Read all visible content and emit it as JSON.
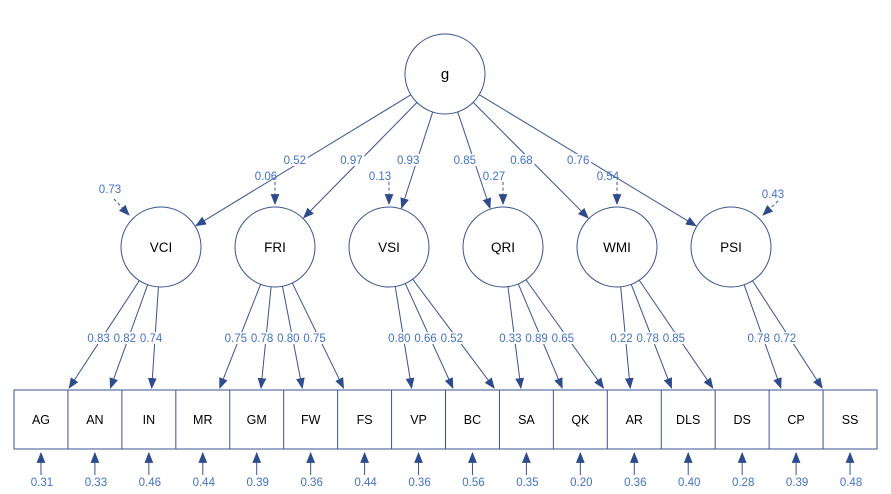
{
  "colors": {
    "edge": "#3a5390",
    "arrow": "#2e4b8e",
    "value_text": "#4472c4",
    "node_text": "#000000",
    "background": "#ffffff"
  },
  "model": {
    "general_factor": {
      "label": "g"
    },
    "factors": [
      {
        "label": "VCI",
        "g_loading": "0.52",
        "residual": "0.73",
        "loadings": [
          {
            "indicator": "AG",
            "value": "0.83"
          },
          {
            "indicator": "AN",
            "value": "0.82"
          },
          {
            "indicator": "IN",
            "value": "0.74"
          }
        ]
      },
      {
        "label": "FRI",
        "g_loading": "0.97",
        "residual": "0.06",
        "loadings": [
          {
            "indicator": "MR",
            "value": "0.75"
          },
          {
            "indicator": "GM",
            "value": "0.78"
          },
          {
            "indicator": "FW",
            "value": "0.80"
          },
          {
            "indicator": "FS",
            "value": "0.75"
          }
        ]
      },
      {
        "label": "VSI",
        "g_loading": "0.93",
        "residual": "0.13",
        "loadings": [
          {
            "indicator": "VP",
            "value": "0.80"
          },
          {
            "indicator": "BC",
            "value": "0.66"
          },
          {
            "indicator": "SA",
            "value": "0.52"
          }
        ]
      },
      {
        "label": "QRI",
        "g_loading": "0.85",
        "residual": "0.27",
        "loadings": [
          {
            "indicator": "SA",
            "value": "0.33"
          },
          {
            "indicator": "QK",
            "value": "0.89"
          },
          {
            "indicator": "AR",
            "value": "0.65"
          }
        ]
      },
      {
        "label": "WMI",
        "g_loading": "0.68",
        "residual": "0.54",
        "loadings": [
          {
            "indicator": "AR",
            "value": "0.22"
          },
          {
            "indicator": "DLS",
            "value": "0.78"
          },
          {
            "indicator": "DS",
            "value": "0.85"
          }
        ]
      },
      {
        "label": "PSI",
        "g_loading": "0.76",
        "residual": "0.43",
        "loadings": [
          {
            "indicator": "CP",
            "value": "0.78"
          },
          {
            "indicator": "SS",
            "value": "0.72"
          }
        ]
      }
    ],
    "indicators": [
      {
        "label": "AG",
        "residual": "0.31"
      },
      {
        "label": "AN",
        "residual": "0.33"
      },
      {
        "label": "IN",
        "residual": "0.46"
      },
      {
        "label": "MR",
        "residual": "0.44"
      },
      {
        "label": "GM",
        "residual": "0.39"
      },
      {
        "label": "FW",
        "residual": "0.36"
      },
      {
        "label": "FS",
        "residual": "0.44"
      },
      {
        "label": "VP",
        "residual": "0.36"
      },
      {
        "label": "BC",
        "residual": "0.56"
      },
      {
        "label": "SA",
        "residual": "0.35"
      },
      {
        "label": "QK",
        "residual": "0.20"
      },
      {
        "label": "AR",
        "residual": "0.36"
      },
      {
        "label": "DLS",
        "residual": "0.40"
      },
      {
        "label": "DS",
        "residual": "0.28"
      },
      {
        "label": "CP",
        "residual": "0.39"
      },
      {
        "label": "SS",
        "residual": "0.48"
      }
    ]
  }
}
